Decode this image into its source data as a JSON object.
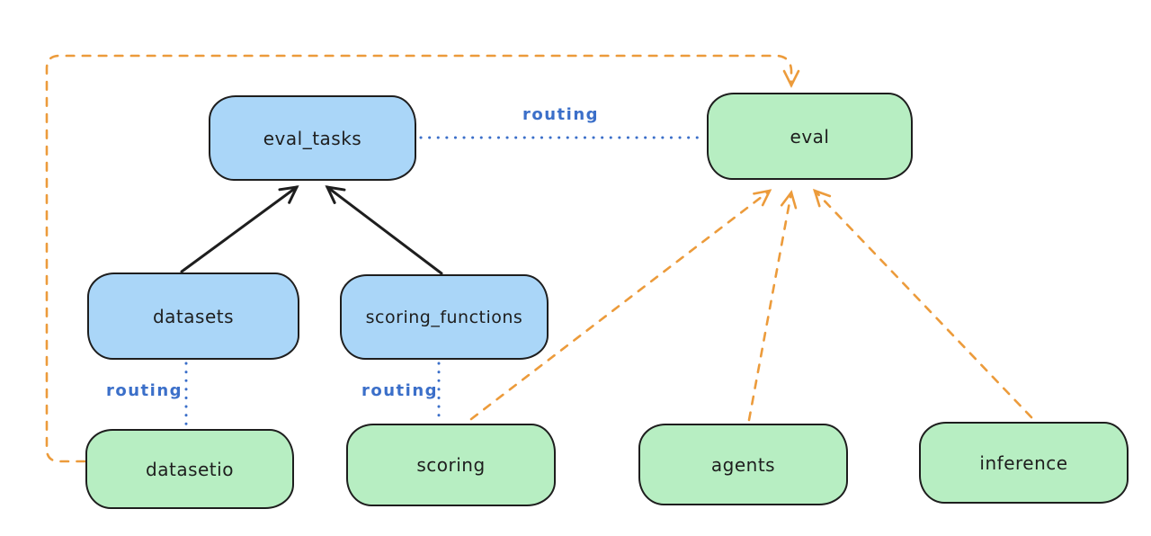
{
  "diagram": {
    "nodes": [
      {
        "id": "eval_tasks",
        "label": "eval_tasks",
        "color": "blue"
      },
      {
        "id": "eval",
        "label": "eval",
        "color": "green"
      },
      {
        "id": "datasets",
        "label": "datasets",
        "color": "blue"
      },
      {
        "id": "scoring_functions",
        "label": "scoring_functions",
        "color": "blue"
      },
      {
        "id": "datasetio",
        "label": "datasetio",
        "color": "green"
      },
      {
        "id": "scoring",
        "label": "scoring",
        "color": "green"
      },
      {
        "id": "agents",
        "label": "agents",
        "color": "green"
      },
      {
        "id": "inference",
        "label": "inference",
        "color": "green"
      }
    ],
    "edges": [
      {
        "from": "datasets",
        "to": "eval_tasks",
        "style": "solid",
        "color": "black"
      },
      {
        "from": "scoring_functions",
        "to": "eval_tasks",
        "style": "solid",
        "color": "black"
      },
      {
        "from": "eval_tasks",
        "to": "eval",
        "style": "dotted",
        "color": "blue",
        "label": "routing"
      },
      {
        "from": "datasets",
        "to": "datasetio",
        "style": "dotted",
        "color": "blue",
        "label": "routing"
      },
      {
        "from": "scoring_functions",
        "to": "scoring",
        "style": "dotted",
        "color": "blue",
        "label": "routing"
      },
      {
        "from": "datasetio",
        "to": "eval",
        "style": "dashed",
        "color": "orange"
      },
      {
        "from": "scoring",
        "to": "eval",
        "style": "dashed",
        "color": "orange"
      },
      {
        "from": "agents",
        "to": "eval",
        "style": "dashed",
        "color": "orange"
      },
      {
        "from": "inference",
        "to": "eval",
        "style": "dashed",
        "color": "orange"
      }
    ],
    "colors": {
      "node_blue_fill": "#aad6f8",
      "node_green_fill": "#b7eec2",
      "node_stroke": "#1e1e1e",
      "dashed_orange": "#ec9b3b",
      "routing_blue": "#3b6fc9",
      "background": "#ffffff"
    }
  }
}
